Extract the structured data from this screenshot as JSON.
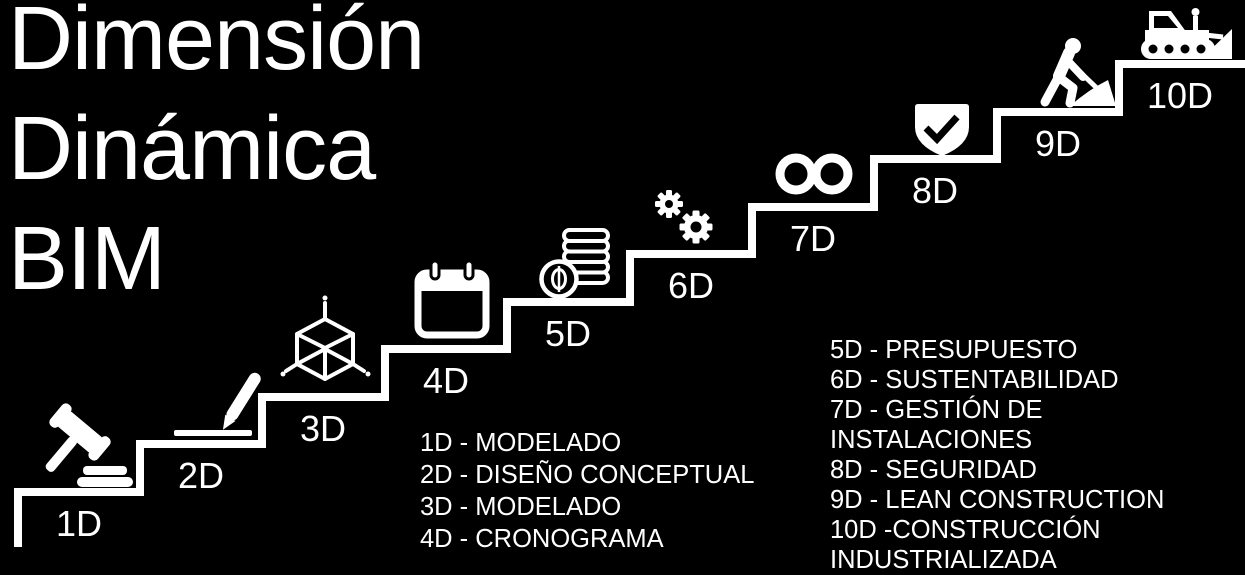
{
  "colors": {
    "background": "#000000",
    "foreground": "#ffffff"
  },
  "title": {
    "lines": [
      "Dimensión",
      "Dinámica",
      "BIM"
    ]
  },
  "diagram": {
    "type": "staircase",
    "steps": [
      {
        "label": "1D",
        "icon": "gavel"
      },
      {
        "label": "2D",
        "icon": "pencil-drawing"
      },
      {
        "label": "3D",
        "icon": "cube-3d-axes"
      },
      {
        "label": "4D",
        "icon": "calendar"
      },
      {
        "label": "5D",
        "icon": "coins-money"
      },
      {
        "label": "6D",
        "icon": "gears"
      },
      {
        "label": "7D",
        "icon": "infinity"
      },
      {
        "label": "8D",
        "icon": "shield-check"
      },
      {
        "label": "9D",
        "icon": "construction-worker"
      },
      {
        "label": "10D",
        "icon": "bulldozer"
      }
    ]
  },
  "legend": {
    "left": [
      "1D - MODELADO",
      "2D - DISEÑO CONCEPTUAL",
      "3D - MODELADO",
      "4D - CRONOGRAMA"
    ],
    "right": [
      "5D - PRESUPUESTO",
      "6D - SUSTENTABILIDAD",
      "7D - GESTIÓN DE INSTALACIONES",
      "8D - SEGURIDAD",
      "9D - LEAN CONSTRUCTION",
      "10D -CONSTRUCCIÓN INDUSTRIALIZADA"
    ]
  }
}
